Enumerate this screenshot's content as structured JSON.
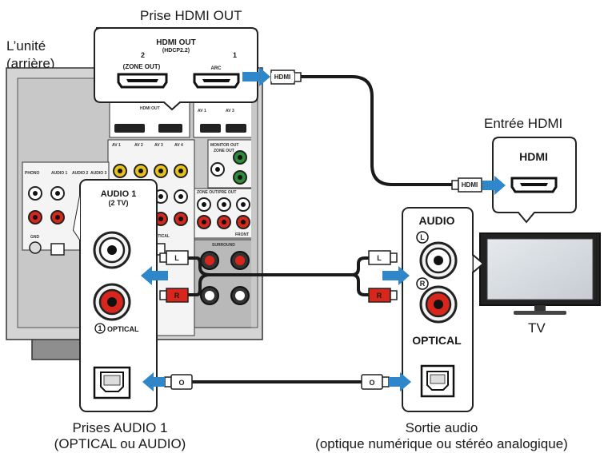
{
  "labels": {
    "hdmi_out_jack": "Prise HDMI OUT",
    "unit_line1": "L’unité",
    "unit_line2": "(arrière)",
    "hdmi_input": "Entrée HDMI",
    "tv": "TV",
    "audio1_jacks_line1": "Prises AUDIO 1",
    "audio1_jacks_line2": "(OPTICAL ou AUDIO)",
    "audio_output_line1": "Sortie audio",
    "audio_output_line2": "(optique numérique ou stéréo analogique)"
  },
  "receiver_panel": {
    "hdmi_out_title": "HDMI OUT",
    "hdcp": "(HDCP2.2)",
    "port2_number": "2",
    "port1_number": "1",
    "zone_out": "(ZONE OUT)",
    "arc": "ARC",
    "audio1_title": "AUDIO 1",
    "audio1_sub": "(2 TV)",
    "optical_number": "1",
    "optical": "OPTICAL",
    "small_labels": [
      "PHONO",
      "AUDIO 1",
      "AUDIO 2",
      "AUDIO 3",
      "GND",
      "AV 1",
      "AV 2",
      "AV 3",
      "AV 4",
      "AV 3",
      "SURROUND",
      "FRONT",
      "ZONE OUT/PRE OUT",
      "MONITOR OUT",
      "ZONE OUT",
      "OPTICAL"
    ]
  },
  "tv_panel": {
    "hdmi": "HDMI",
    "audio": "AUDIO",
    "left": "L",
    "right": "R",
    "optical": "OPTICAL"
  },
  "cables": {
    "hdmi_plug": "HDMI",
    "left_plug": "L",
    "right_plug": "R",
    "optical_plug": "O"
  },
  "colors": {
    "arrow_blue": "#2f86c8",
    "cable": "#1a1a1a",
    "receiver_body": "#d4d4d4",
    "red_plug": "#d9261c",
    "green_jack": "#2e8b3a",
    "yellow_jack": "#e6c21a"
  },
  "icons": [
    "hdmi-port-icon",
    "rca-jack-icon",
    "optical-port-icon",
    "arrow-icon",
    "tv-icon"
  ]
}
